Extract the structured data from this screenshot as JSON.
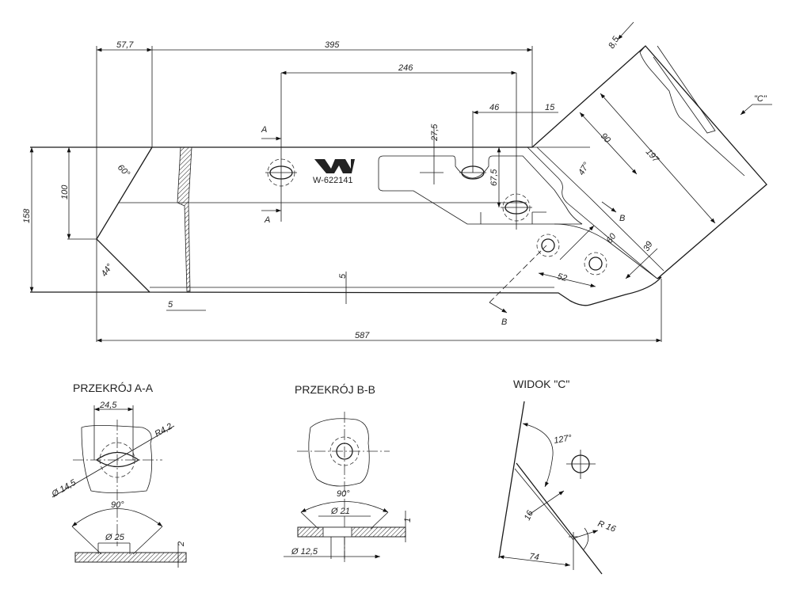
{
  "drawing": {
    "part_number": "W-622141",
    "logo_text": "W",
    "dimensions": {
      "d57_7": "57,7",
      "d395": "395",
      "d246": "246",
      "d27_5": "27,5",
      "d46": "46",
      "d15": "15",
      "d8_5": "8,5",
      "d90": "90",
      "d197": "197",
      "d47deg": "47°",
      "d67_5": "67,5",
      "d60deg": "60°",
      "d100": "100",
      "d158": "158",
      "d44deg": "44°",
      "d5_bevel": "5",
      "d5_edge": "5",
      "d587": "587",
      "d60": "60",
      "d52": "52",
      "d39": "39"
    },
    "section_marks": {
      "a_top": "A",
      "a_bottom": "A",
      "b_top": "B",
      "b_bottom": "B",
      "view_c": "\"C\""
    }
  },
  "section_aa": {
    "title": "PRZEKRÓJ A-A",
    "d24_5": "24,5",
    "r4_2": "R4,2",
    "d14_5": "Ø 14,5",
    "angle": "90°",
    "d25": "Ø 25",
    "d2": "2"
  },
  "section_bb": {
    "title": "PRZEKRÓJ B-B",
    "angle": "90°",
    "d21": "Ø 21",
    "d1": "1",
    "d12_5": "Ø 12,5"
  },
  "view_c": {
    "title": "WIDOK \"C\"",
    "angle": "127°",
    "d16": "16",
    "r16": "R 16",
    "d74": "74"
  }
}
